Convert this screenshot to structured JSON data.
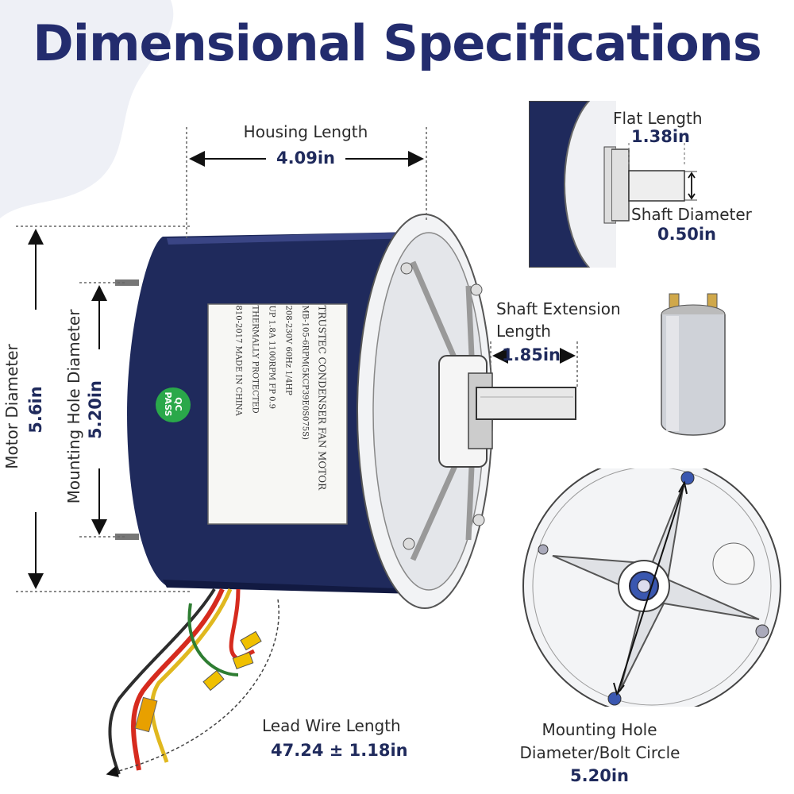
{
  "title": "Dimensional Specifications",
  "dimensions": {
    "housing_length": {
      "label": "Housing Length",
      "value": "4.09in"
    },
    "motor_diameter": {
      "label": "Motor Diameter",
      "value": "5.6in"
    },
    "mounting_hole_diameter": {
      "label": "Mounting Hole Diameter",
      "value": "5.20in"
    },
    "flat_length": {
      "label": "Flat Length",
      "value": "1.38in"
    },
    "shaft_diameter": {
      "label": "Shaft Diameter",
      "value": "0.50in"
    },
    "shaft_extension": {
      "label_line1": "Shaft Extension",
      "label_line2": "Length",
      "value": "1.85in"
    },
    "lead_wire_length": {
      "label": "Lead Wire Length",
      "value": "47.24 ± 1.18in"
    },
    "bolt_circle": {
      "label_line1": "Mounting Hole",
      "label_line2": "Diameter/Bolt Circle",
      "value": "5.20in"
    }
  },
  "motor_label": {
    "lines": [
      "TRUSTEC CONDENSER FAN MOTOR",
      "MB-105-6RPM(5KCP39E0S075S)",
      "208-230V 60Hz 1/4HP",
      "UP 1.8A 1100RPM FP 0.9",
      "THERMALLY PROTECTED",
      "810-2017 MADE IN CHINA"
    ],
    "badge_line1": "QC",
    "badge_line2": "PASS"
  },
  "colors": {
    "title": "#232c6e",
    "motor_body": "#1f2a5c",
    "badge": "#2aa84a"
  }
}
